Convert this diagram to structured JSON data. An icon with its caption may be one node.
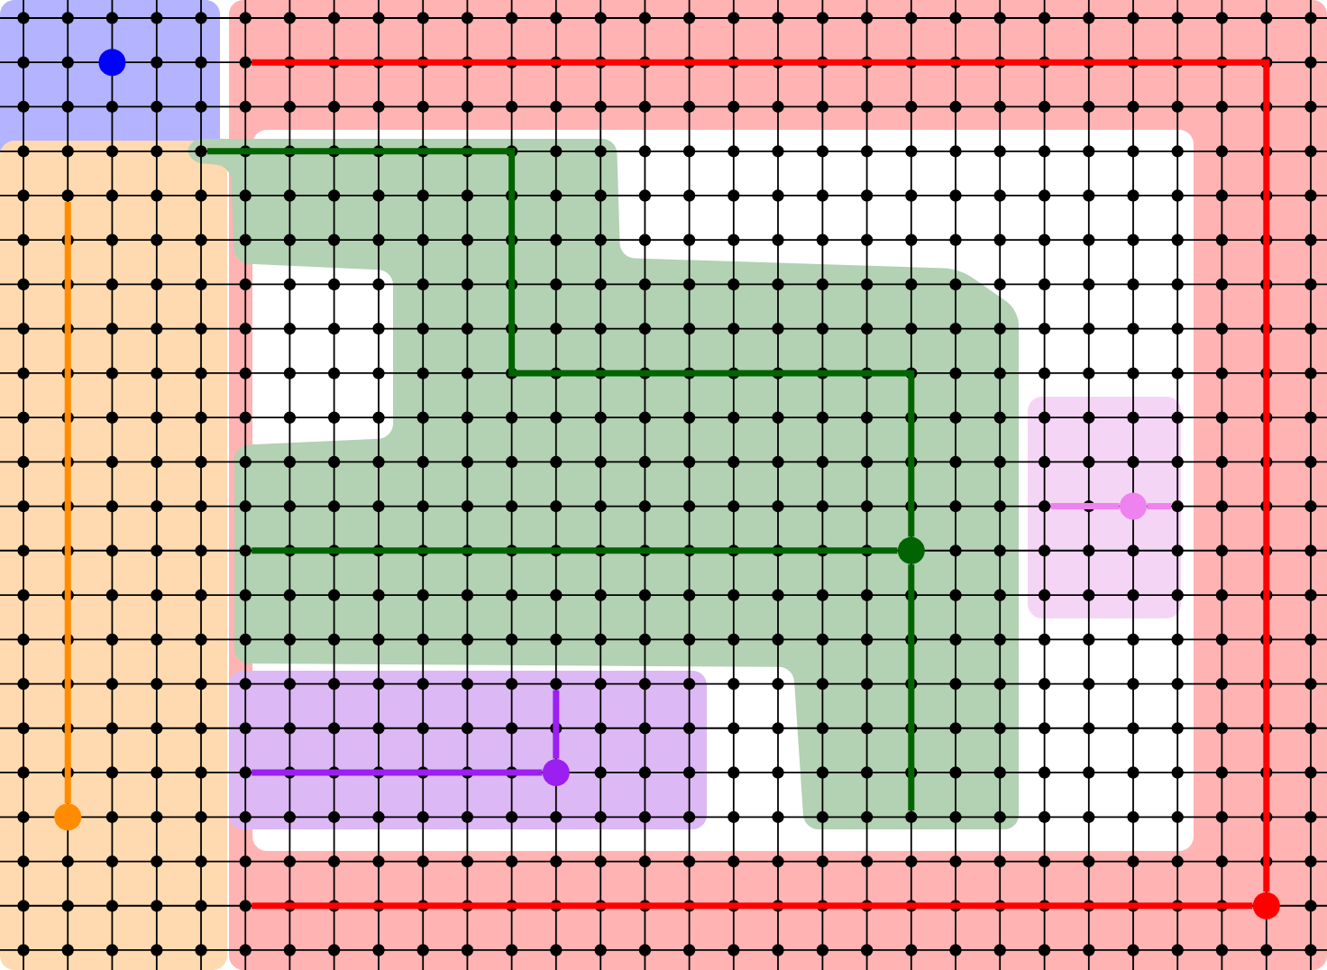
{
  "diagram": {
    "nodes": [
      {
        "text": [],
        "shape": "circle"
      },
      {
        "text": [],
        "shape": "circle"
      },
      {
        "text": [],
        "shape": "circle"
      },
      {
        "text": [],
        "shape": "circle"
      },
      {
        "text": [],
        "shape": "circle"
      },
      {
        "text": [],
        "shape": "circle"
      },
      {
        "text": [],
        "shape": "circle"
      },
      {
        "text": [],
        "shape": "circle"
      },
      {
        "text": [],
        "shape": "circle"
      },
      {
        "text": [],
        "shape": "circle"
      },
      {
        "text": [],
        "shape": "circle"
      },
      {
        "text": [],
        "shape": "circle"
      },
      {
        "text": [],
        "shape": "circle"
      },
      {
        "text": [],
        "shape": "circle"
      },
      {
        "text": [],
        "shape": "circle"
      },
      {
        "text": [],
        "shape": "circle"
      }
    ],
    "edges": [
      {
        "from": 5,
        "to": 6,
        "arrow": "none",
        "color": "#ff0000"
      },
      {
        "from": 5,
        "to": 7,
        "arrow": "none",
        "color": "#ff0000"
      },
      {
        "from": 4,
        "to": 8,
        "arrow": "none",
        "color": "#ff8c00"
      },
      {
        "from": 3,
        "to": 9,
        "arrow": "none",
        "color": "#9b1ff0"
      },
      {
        "from": 3,
        "to": 10,
        "arrow": "none",
        "color": "#9b1ff0"
      },
      {
        "from": 1,
        "to": 11,
        "arrow": "none",
        "color": "#ee82ee"
      },
      {
        "from": 1,
        "to": 12,
        "arrow": "none",
        "color": "#ee82ee"
      },
      {
        "from": 2,
        "to": 13,
        "arrow": "none",
        "color": "#006400"
      },
      {
        "from": 2,
        "to": 14,
        "arrow": "none",
        "color": "#006400"
      },
      {
        "from": 2,
        "to": 15,
        "arrow": "none",
        "color": "#006400"
      }
    ]
  }
}
